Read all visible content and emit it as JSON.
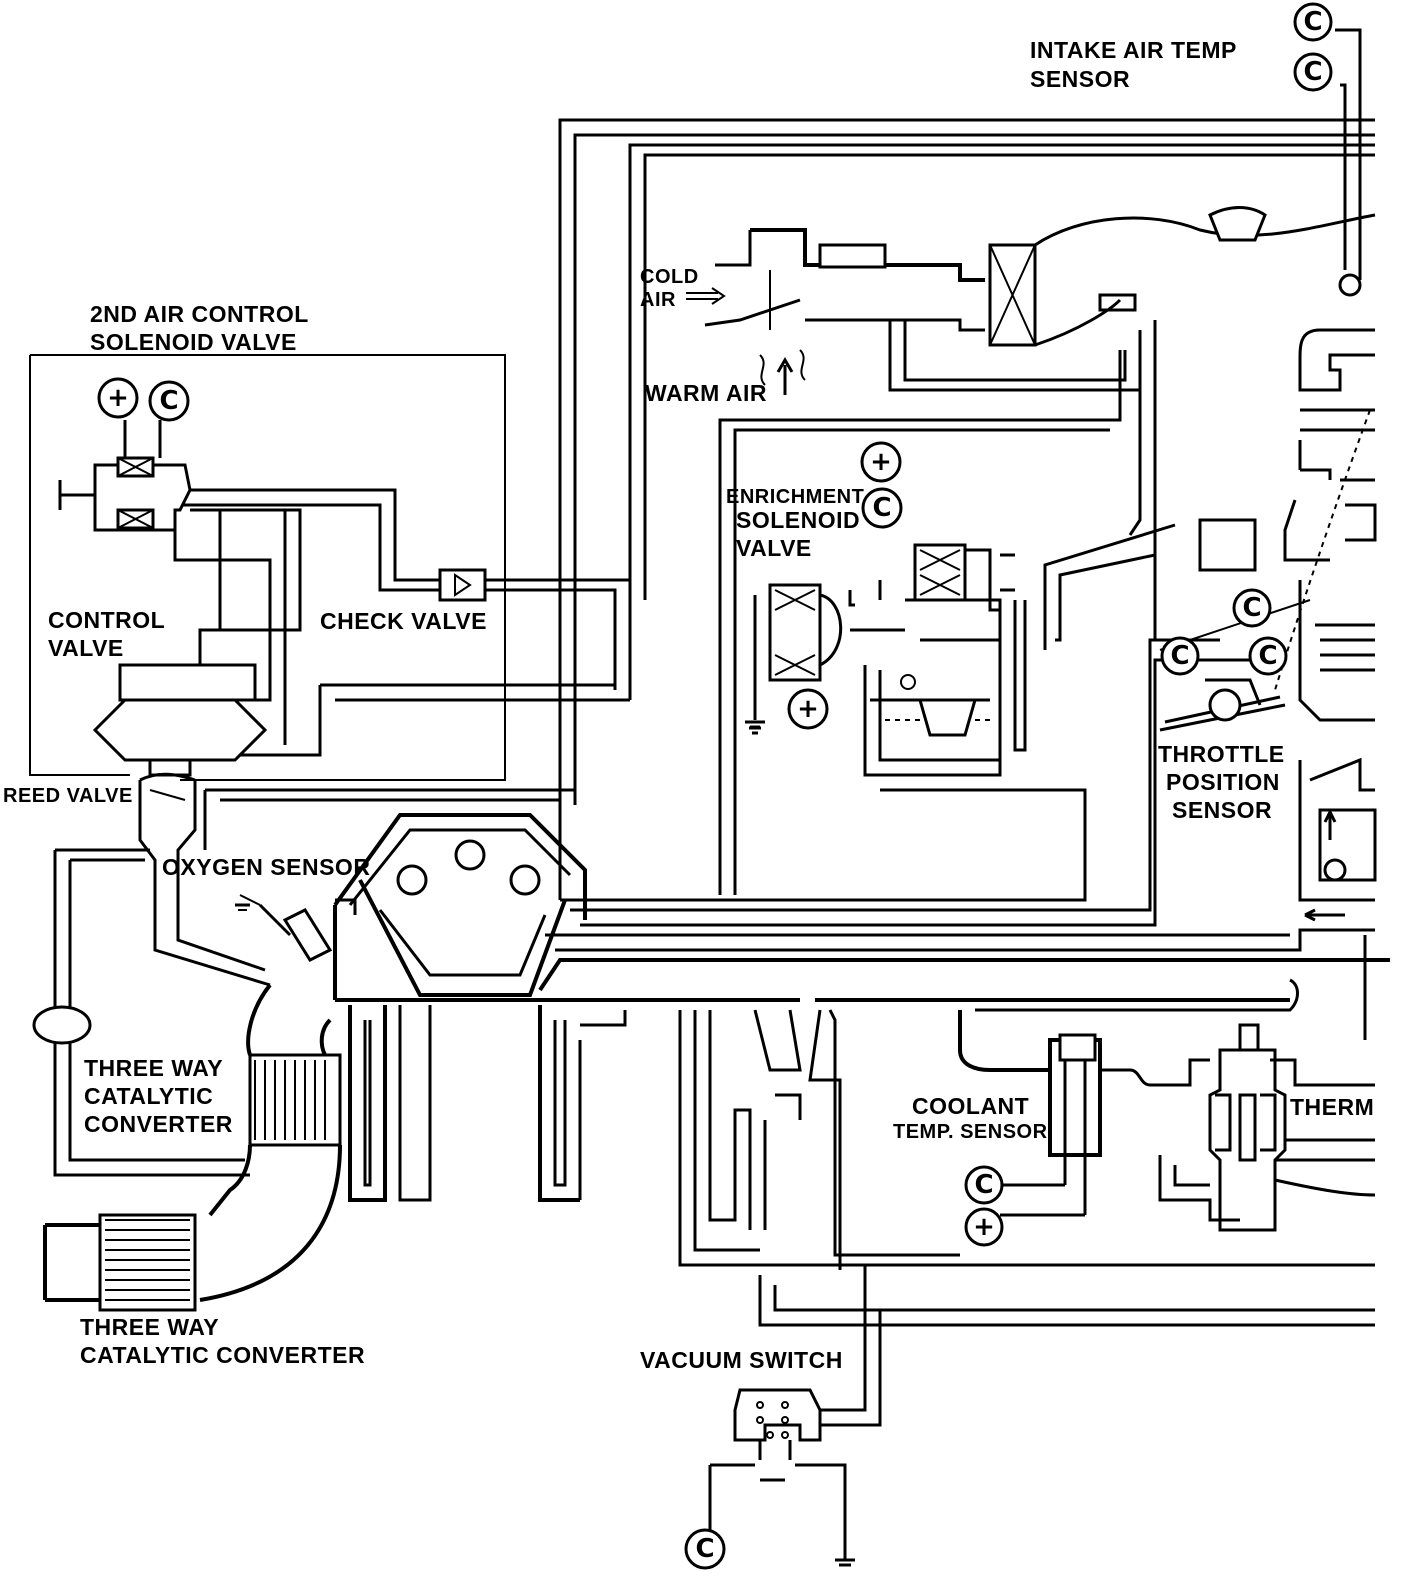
{
  "labels": {
    "intake_air_temp_sensor": [
      "INTAKE AIR TEMP",
      "SENSOR"
    ],
    "second_air_control_solenoid_valve": [
      "2ND AIR CONTROL",
      "SOLENOID VALVE"
    ],
    "cold_air": [
      "COLD",
      "AIR"
    ],
    "warm_air": "WARM AIR",
    "enrichment_solenoid_valve": [
      "ENRICHMENT",
      "SOLENOID",
      "VALVE"
    ],
    "control_valve": [
      "CONTROL",
      "VALVE"
    ],
    "check_valve": "CHECK VALVE",
    "reed_valve": "REED VALVE",
    "oxygen_sensor": "OXYGEN SENSOR",
    "throttle_position_sensor": [
      "THROTTLE",
      "POSITION",
      "SENSOR"
    ],
    "three_way_catalytic_converter_1": [
      "THREE WAY",
      "CATALYTIC",
      "CONVERTER"
    ],
    "three_way_catalytic_converter_2": [
      "THREE WAY",
      "CATALYTIC CONVERTER"
    ],
    "coolant_temp_sensor": [
      "COOLANT",
      "TEMP. SENSOR"
    ],
    "therm": "THERM",
    "vacuum_switch": "VACUUM SWITCH"
  },
  "symbols": {
    "common": "C",
    "positive": "+"
  }
}
